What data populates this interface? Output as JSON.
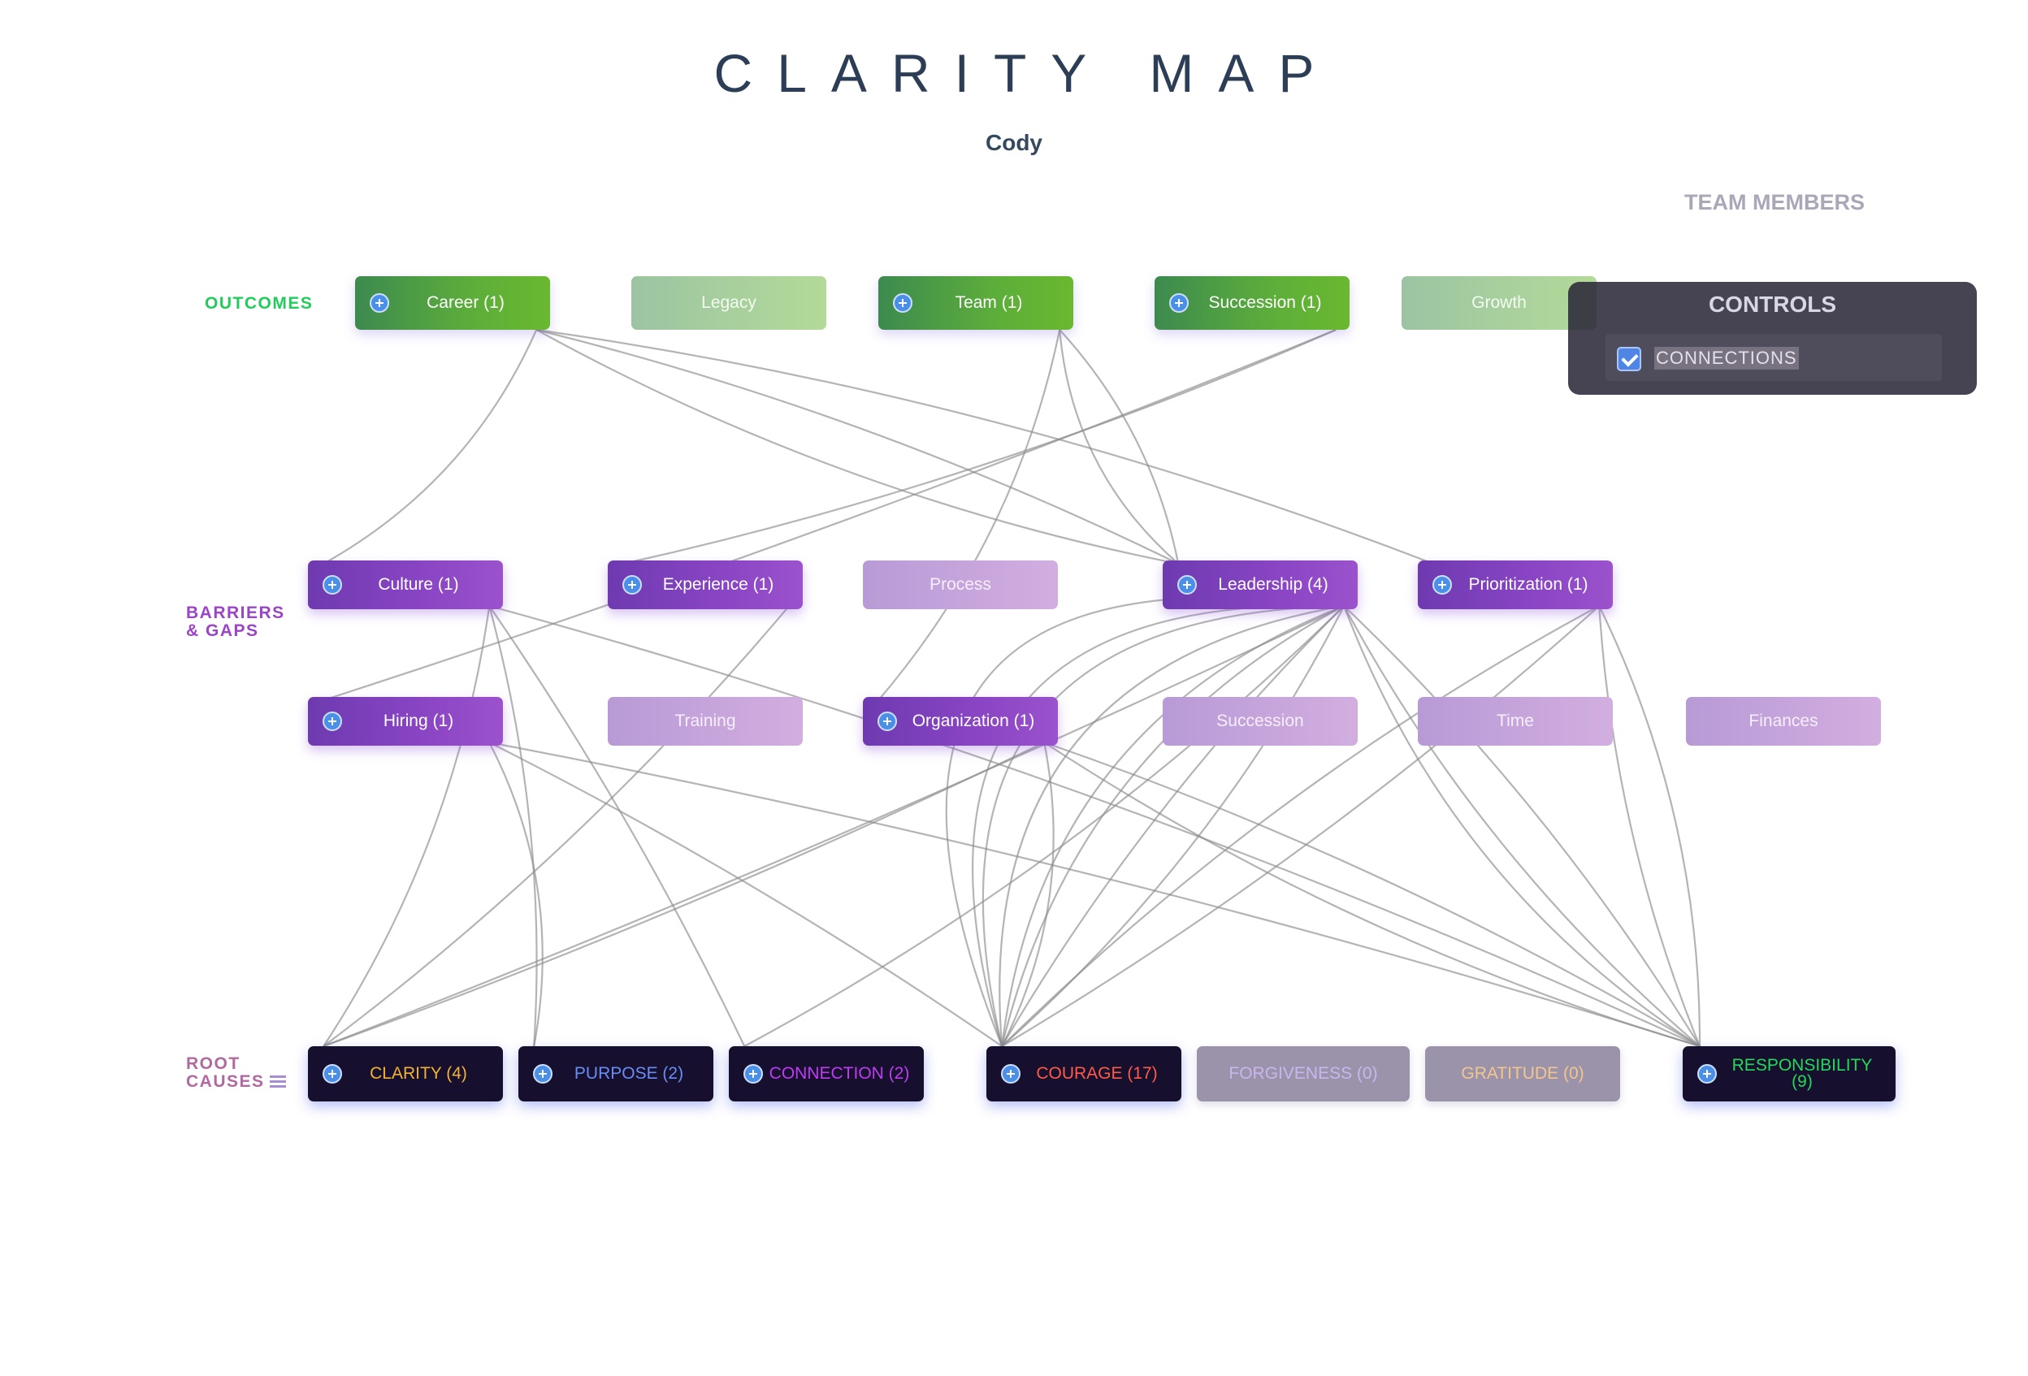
{
  "title": "CLARITY MAP",
  "subtitle": "Cody",
  "team_members_label": "TEAM MEMBERS",
  "row_labels": {
    "outcomes": "OUTCOMES",
    "barriers_line1": "BARRIERS",
    "barriers_line2": "& GAPS",
    "roots_line1": "ROOT",
    "roots_line2": "CAUSES"
  },
  "controls": {
    "title": "CONTROLS",
    "connections_label": "CONNECTIONS",
    "connections_checked": true
  },
  "colors": {
    "outcome_label": "#22cc5a",
    "barrier_label": "#9b44c9",
    "root_label": "#b06aa0",
    "connection_line": "#8c8c8c"
  },
  "outcomes": [
    {
      "id": "career",
      "label": "Career (1)",
      "active": true,
      "icon": "plus-circle-icon"
    },
    {
      "id": "legacy",
      "label": "Legacy",
      "active": false
    },
    {
      "id": "team",
      "label": "Team (1)",
      "active": true,
      "icon": "plus-circle-icon"
    },
    {
      "id": "succession",
      "label": "Succession (1)",
      "active": true,
      "icon": "plus-circle-icon"
    },
    {
      "id": "growth",
      "label": "Growth",
      "active": false
    }
  ],
  "barriers_row1": [
    {
      "id": "culture",
      "label": "Culture (1)",
      "active": true,
      "icon": "plus-circle-icon"
    },
    {
      "id": "experience",
      "label": "Experience (1)",
      "active": true,
      "icon": "plus-circle-icon"
    },
    {
      "id": "process",
      "label": "Process",
      "active": false
    },
    {
      "id": "leadership",
      "label": "Leadership (4)",
      "active": true,
      "icon": "plus-circle-icon"
    },
    {
      "id": "prioritization",
      "label": "Prioritization (1)",
      "active": true,
      "icon": "plus-circle-icon"
    }
  ],
  "barriers_row2": [
    {
      "id": "hiring",
      "label": "Hiring (1)",
      "active": true,
      "icon": "plus-circle-icon"
    },
    {
      "id": "training",
      "label": "Training",
      "active": false
    },
    {
      "id": "organization",
      "label": "Organization (1)",
      "active": true,
      "icon": "plus-circle-icon"
    },
    {
      "id": "succession2",
      "label": "Succession",
      "active": false
    },
    {
      "id": "time",
      "label": "Time",
      "active": false
    },
    {
      "id": "finances",
      "label": "Finances",
      "active": false
    }
  ],
  "root_causes": [
    {
      "id": "clarity",
      "label": "CLARITY (4)",
      "active": true,
      "color": "#f2b233",
      "icon": "plus-circle-icon"
    },
    {
      "id": "purpose",
      "label": "PURPOSE (2)",
      "active": true,
      "color": "#6a8cf5",
      "icon": "plus-circle-icon"
    },
    {
      "id": "connection",
      "label": "CONNECTION (2)",
      "active": true,
      "color": "#c03cf2",
      "icon": "plus-circle-icon"
    },
    {
      "id": "courage",
      "label": "COURAGE (17)",
      "active": true,
      "color": "#ff5a4a",
      "icon": "plus-circle-icon"
    },
    {
      "id": "forgiveness",
      "label": "FORGIVENESS (0)",
      "active": false,
      "color": "#c9b6ef"
    },
    {
      "id": "gratitude",
      "label": "GRATITUDE (0)",
      "active": false,
      "color": "#f3c58f"
    },
    {
      "id": "responsibility",
      "label": "RESPONSIBILITY (9)",
      "active": true,
      "color": "#23d85a",
      "icon": "plus-circle-icon"
    }
  ],
  "connections": [
    [
      "career",
      "culture"
    ],
    [
      "career",
      "leadership"
    ],
    [
      "career",
      "leadership"
    ],
    [
      "career",
      "prioritization"
    ],
    [
      "team",
      "leadership"
    ],
    [
      "team",
      "leadership"
    ],
    [
      "team",
      "organization"
    ],
    [
      "succession",
      "experience"
    ],
    [
      "succession",
      "hiring"
    ],
    [
      "culture",
      "clarity"
    ],
    [
      "culture",
      "purpose"
    ],
    [
      "culture",
      "connection"
    ],
    [
      "culture",
      "responsibility"
    ],
    [
      "experience",
      "clarity"
    ],
    [
      "hiring",
      "courage"
    ],
    [
      "hiring",
      "purpose"
    ],
    [
      "hiring",
      "responsibility"
    ],
    [
      "organization",
      "clarity"
    ],
    [
      "organization",
      "courage"
    ],
    [
      "organization",
      "responsibility"
    ],
    [
      "organization",
      "responsibility"
    ],
    [
      "leadership",
      "courage"
    ],
    [
      "leadership",
      "courage"
    ],
    [
      "leadership",
      "courage"
    ],
    [
      "leadership",
      "courage"
    ],
    [
      "leadership",
      "courage"
    ],
    [
      "leadership",
      "courage"
    ],
    [
      "leadership",
      "courage"
    ],
    [
      "leadership",
      "courage"
    ],
    [
      "leadership",
      "clarity"
    ],
    [
      "leadership",
      "connection"
    ],
    [
      "leadership",
      "responsibility"
    ],
    [
      "leadership",
      "responsibility"
    ],
    [
      "leadership",
      "responsibility"
    ],
    [
      "prioritization",
      "courage"
    ],
    [
      "prioritization",
      "courage"
    ],
    [
      "prioritization",
      "responsibility"
    ],
    [
      "prioritization",
      "responsibility"
    ]
  ]
}
